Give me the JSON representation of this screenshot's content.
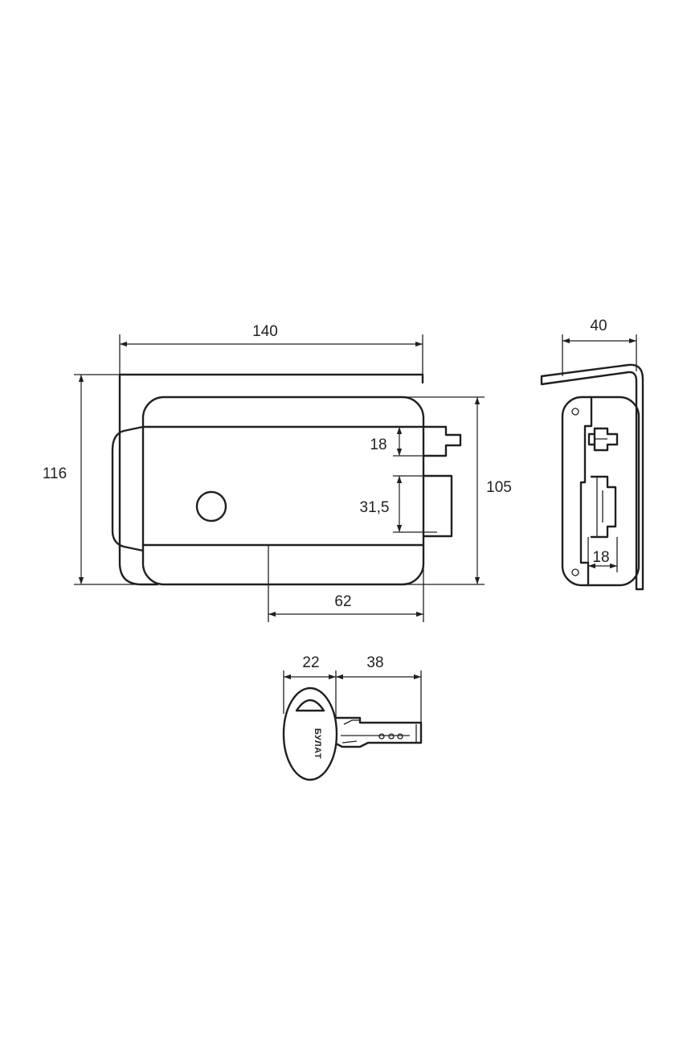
{
  "drawing": {
    "front": {
      "width_label": "140",
      "height_label": "116",
      "body_height_label": "105",
      "bolt_label": "18",
      "latch_label": "31,5",
      "offset_label": "62"
    },
    "side": {
      "depth_label": "40",
      "bolt_label": "18"
    },
    "key": {
      "head_label": "22",
      "blade_label": "38",
      "brand_text": "БУЛАТ"
    }
  }
}
